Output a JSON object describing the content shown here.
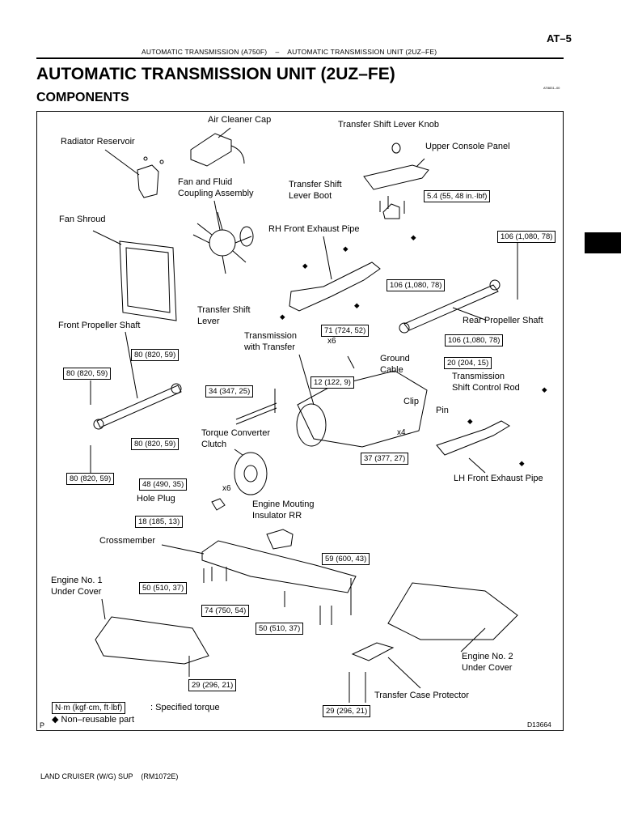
{
  "header": {
    "page_number": "AT–5",
    "running_title": "AUTOMATIC TRANSMISSION (A750F)    –    AUTOMATIC TRANSMISSION UNIT (2UZ–FE)"
  },
  "title": "AUTOMATIC TRANSMISSION UNIT (2UZ–FE)",
  "subtitle": "COMPONENTS",
  "figure_code": "AT8831–00",
  "labels": {
    "air_cleaner_cap": "Air Cleaner Cap",
    "transfer_knob": "Transfer Shift Lever Knob",
    "radiator_reservoir": "Radiator Reservoir",
    "upper_console": "Upper Console Panel",
    "fan_coupling": "Fan and Fluid\nCoupling Assembly",
    "transfer_boot": "Transfer Shift\nLever Boot",
    "fan_shroud": "Fan Shroud",
    "rh_exhaust": "RH Front Exhaust Pipe",
    "transfer_lever": "Transfer Shift\nLever",
    "front_prop": "Front Propeller Shaft",
    "rear_prop": "Rear Propeller Shaft",
    "transmission_transfer": "Transmission\nwith Transfer",
    "ground_cable": "Ground\nCable",
    "control_rod": "Transmission\nShift Control Rod",
    "clip": "Clip",
    "pin": "Pin",
    "torque_converter": "Torque Converter\nClutch",
    "lh_exhaust": "LH Front Exhaust Pipe",
    "hole_plug": "Hole Plug",
    "engine_insulator": "Engine Mouting\nInsulator RR",
    "crossmember": "Crossmember",
    "engine_cover_1": "Engine No. 1\nUnder Cover",
    "engine_cover_2": "Engine No. 2\nUnder Cover",
    "transfer_protector": "Transfer Case Protector"
  },
  "torques": {
    "t_54": "5.4 (55, 48 in.·lbf)",
    "t_106a": "106 (1,080, 78)",
    "t_106b": "106 (1,080, 78)",
    "t_106c": "106 (1,080, 78)",
    "t_71": "71 (724, 52)",
    "t_80a": "80 (820, 59)",
    "t_80b": "80 (820, 59)",
    "t_80c": "80 (820, 59)",
    "t_80d": "80 (820, 59)",
    "t_20": "20 (204, 15)",
    "t_12": "12 (122, 9)",
    "t_34": "34 (347, 25)",
    "t_37": "37 (377, 27)",
    "t_48": "48 (490, 35)",
    "t_18": "18 (185, 13)",
    "t_59": "59 (600, 43)",
    "t_50a": "50 (510, 37)",
    "t_74": "74 (750, 54)",
    "t_50b": "50 (510, 37)",
    "t_29a": "29 (296, 21)",
    "t_29b": "29 (296, 21)"
  },
  "multipliers": {
    "x6a": "x6",
    "x4": "x4",
    "x6b": "x6"
  },
  "legend": {
    "unit_box": "N·m (kgf·cm, ft·lbf)",
    "unit_text": ": Specified torque",
    "nonreusable": "◆ Non–reusable part"
  },
  "corner_p": "P",
  "drawing_id": "D13664",
  "footer": "LAND CRUISER (W/G) SUP    (RM1072E)"
}
